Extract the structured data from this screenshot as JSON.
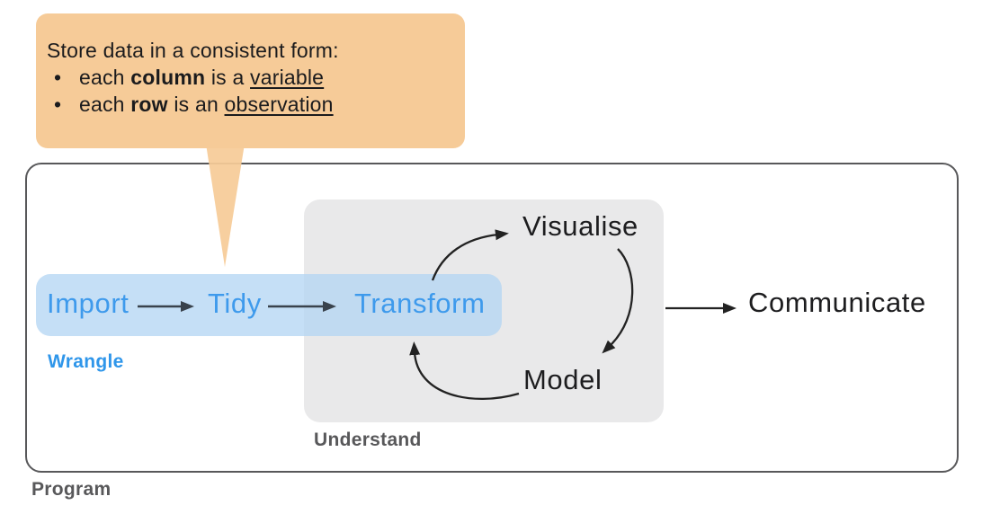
{
  "callout": {
    "title": "Store data in a consistent form:",
    "bullet_glyph": "•",
    "bullets": [
      {
        "pre": "each ",
        "bold": "column",
        "mid": " is a ",
        "underline": "variable"
      },
      {
        "pre": "each ",
        "bold": "row",
        "mid": " is an ",
        "underline": "observation"
      }
    ]
  },
  "workflow": {
    "stages": [
      {
        "id": "import",
        "label": "Import"
      },
      {
        "id": "tidy",
        "label": "Tidy"
      },
      {
        "id": "transform",
        "label": "Transform"
      },
      {
        "id": "visualise",
        "label": "Visualise"
      },
      {
        "id": "model",
        "label": "Model"
      },
      {
        "id": "communicate",
        "label": "Communicate"
      }
    ],
    "groups": [
      {
        "id": "wrangle",
        "label": "Wrangle"
      },
      {
        "id": "understand",
        "label": "Understand"
      },
      {
        "id": "program",
        "label": "Program"
      }
    ]
  },
  "colors": {
    "callout_bg": "#F6CB98",
    "highlight_blue": "#C7E0F6",
    "stage_text_blue": "#3E9AEC",
    "understand_box_gray": "#E9E9EA",
    "group_label_gray": "#58585A",
    "dark_text": "#1D1D1F",
    "arrow_slate": "#39424C",
    "arrow_black": "#222222",
    "outer_border": "#58585A"
  }
}
